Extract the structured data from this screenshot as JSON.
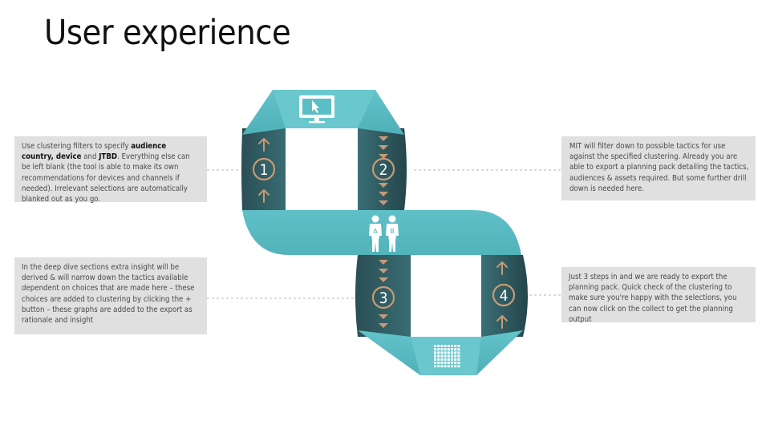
{
  "slide": {
    "title": "User experience"
  },
  "notes": [
    {
      "id": "note-1",
      "parts": [
        {
          "text": "Use clustering filters to specify ",
          "bold": false
        },
        {
          "text": "audience country, device",
          "bold": true
        },
        {
          "text": " and ",
          "bold": false
        },
        {
          "text": "JTBD",
          "bold": true
        },
        {
          "text": ". Everything else can be left blank (the tool is able to make its own recommendations for devices and channels if needed). Irrelevant selections are automatically blanked out as you go.",
          "bold": false
        }
      ]
    },
    {
      "id": "note-2",
      "parts": [
        {
          "text": "MIT will filter down to possible tactics for use against the specified clustering. Already you are able to export a planning pack detailing the tactics, audiences & assets required. But some further drill down is needed here.",
          "bold": false
        }
      ]
    },
    {
      "id": "note-3",
      "parts": [
        {
          "text": "In the deep dive sections extra insight will be derived & will narrow down the tactics available dependent on choices that are made here – these choices are added to clustering by clicking the + button – these graphs are added to the export as rationale and insight",
          "bold": false
        }
      ]
    },
    {
      "id": "note-4",
      "parts": [
        {
          "text": "Just 3 steps in and we are ready to export the planning pack. Quick check of the clustering to make sure you're happy with the selections, you can now click on the collect to get the planning output",
          "bold": false
        }
      ]
    }
  ],
  "steps": [
    {
      "number": "1"
    },
    {
      "number": "2"
    },
    {
      "number": "3"
    },
    {
      "number": "4"
    }
  ],
  "figure_labels": {
    "person_a": "A",
    "person_b": "B"
  },
  "icons": {
    "top": "monitor-cursor-icon",
    "middle": "two-people-icon",
    "bottom": "grid-export-icon"
  },
  "colors": {
    "band_teal": "#5bbec6",
    "band_dark": "#2f5d63",
    "band_darkest": "#1f3b40",
    "arrow_copper": "#c89a73",
    "note_bg": "#e0e0e0",
    "connector": "#cfcfcf"
  }
}
